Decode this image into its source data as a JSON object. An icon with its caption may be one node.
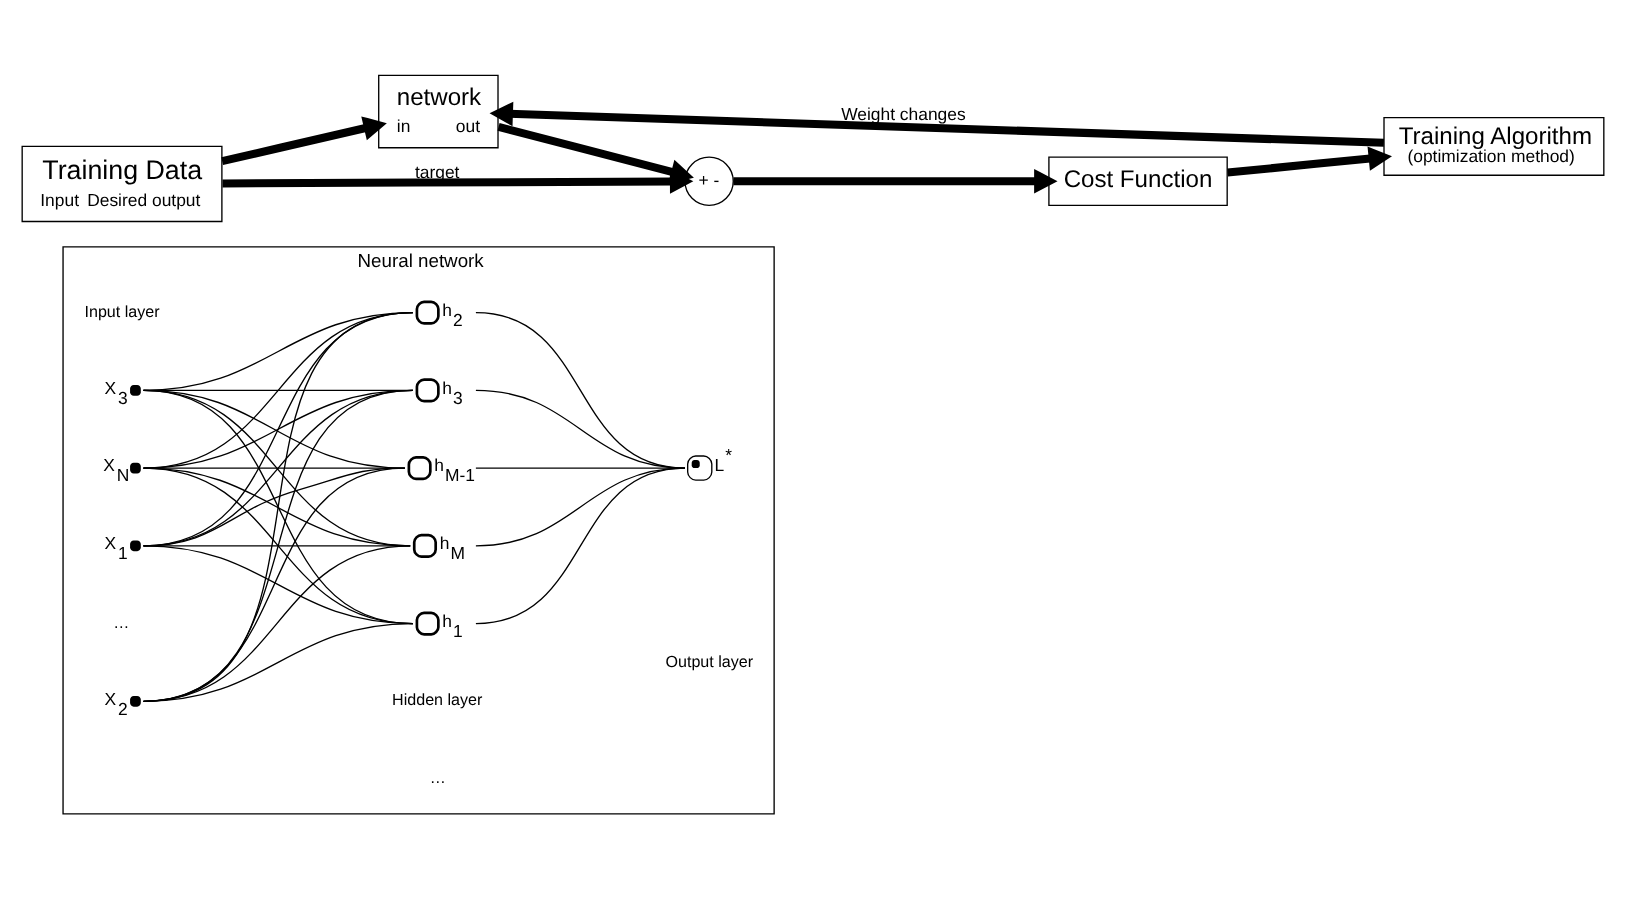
{
  "diagram": {
    "nodes": [
      {
        "text": [
          "Neural network"
        ]
      },
      {
        "text": [
          "X$_{1}$"
        ],
        "in": 0
      },
      {
        "text": [
          "X$_{2}$"
        ],
        "in": 0
      },
      {
        "text": [
          "X$_{3}$"
        ],
        "in": 0
      },
      {
        "text": [
          "X$_{N}$"
        ],
        "in": 0
      },
      {
        "text": [
          "h$_{1}$"
        ],
        "in": 0
      },
      {
        "text": [
          "h$_{2}$"
        ],
        "in": 0
      },
      {
        "text": [
          "h$_{3}$"
        ],
        "in": 0
      },
      {
        "text": [
          "h$_{M-1}$"
        ],
        "in": 0
      },
      {
        "text": [
          "h$_{M}$"
        ],
        "in": 0
      },
      {
        "text": [
          "L$^{*}$"
        ],
        "in": 0
      },
      {
        "text": [
          "Training Data",
          "Input",
          "Desired output"
        ]
      },
      {
        "text": [
          "network",
          "in",
          "out"
        ]
      },
      {
        "text": [
          "+",
          "-"
        ]
      },
      {
        "text": [
          "Cost Function"
        ]
      },
      {
        "text": [
          "Training Algorithm",
          "(optimization method)"
        ]
      }
    ],
    "edges": [
      {
        "from": 1,
        "to": 5,
        "arrow": "none"
      },
      {
        "from": 1,
        "to": 6,
        "arrow": "none"
      },
      {
        "from": 1,
        "to": 7,
        "arrow": "none"
      },
      {
        "from": 1,
        "to": 8,
        "arrow": "none"
      },
      {
        "from": 1,
        "to": 9,
        "arrow": "none"
      },
      {
        "from": 2,
        "to": 5,
        "arrow": "none"
      },
      {
        "from": 2,
        "to": 6,
        "arrow": "none"
      },
      {
        "from": 2,
        "to": 7,
        "arrow": "none"
      },
      {
        "from": 2,
        "to": 8,
        "arrow": "none"
      },
      {
        "from": 2,
        "to": 9,
        "arrow": "none"
      },
      {
        "from": 3,
        "to": 5,
        "arrow": "none"
      },
      {
        "from": 3,
        "to": 6,
        "arrow": "none"
      },
      {
        "from": 3,
        "to": 7,
        "arrow": "none"
      },
      {
        "from": 3,
        "to": 8,
        "arrow": "none"
      },
      {
        "from": 3,
        "to": 9,
        "arrow": "none"
      },
      {
        "from": 4,
        "to": 5,
        "arrow": "none"
      },
      {
        "from": 4,
        "to": 6,
        "arrow": "none"
      },
      {
        "from": 4,
        "to": 7,
        "arrow": "none"
      },
      {
        "from": 4,
        "to": 8,
        "arrow": "none"
      },
      {
        "from": 4,
        "to": 9,
        "arrow": "none"
      },
      {
        "from": 5,
        "to": 10,
        "arrow": "none"
      },
      {
        "from": 6,
        "to": 10,
        "arrow": "none"
      },
      {
        "from": 7,
        "to": 10,
        "arrow": "none"
      },
      {
        "from": 8,
        "to": 10,
        "arrow": "none"
      },
      {
        "from": 9,
        "to": 10,
        "arrow": "none"
      },
      {
        "from": 11,
        "to": 12,
        "arrow": "to",
        "style": "thick"
      },
      {
        "from": 11,
        "to": 13,
        "arrow": "to",
        "label": "target",
        "style": "thick"
      },
      {
        "from": 12,
        "to": 13,
        "arrow": "to",
        "style": "thick"
      },
      {
        "from": 13,
        "to": 14,
        "arrow": "to",
        "style": "thick"
      },
      {
        "from": 14,
        "to": 15,
        "arrow": "to",
        "style": "thick"
      },
      {
        "from": 15,
        "to": 12,
        "arrow": "to",
        "label": "Weight changes",
        "style": "thick"
      }
    ],
    "labels": [
      "Input layer",
      "Hidden layer",
      "Output layer",
      "…",
      "…"
    ]
  }
}
